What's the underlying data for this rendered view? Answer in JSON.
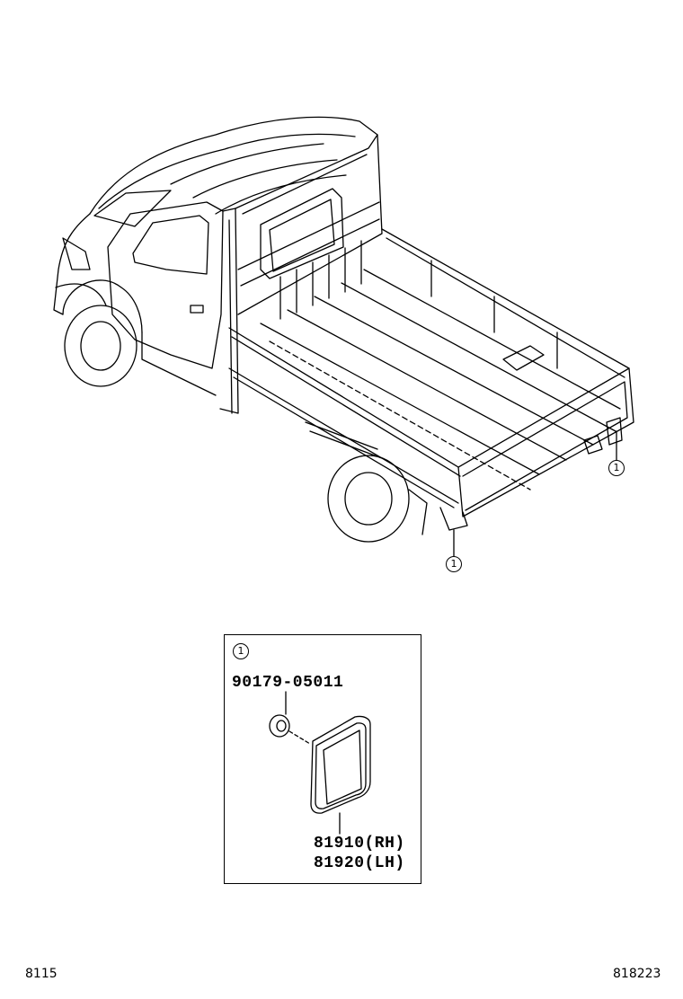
{
  "callouts": {
    "ref_1": "1"
  },
  "detail": {
    "callout": "1",
    "part_clip": "90179-05011",
    "part_rh": "81910(RH)",
    "part_lh": "81920(LH)"
  },
  "footer": {
    "left_code": "8115",
    "right_code": "818223"
  }
}
